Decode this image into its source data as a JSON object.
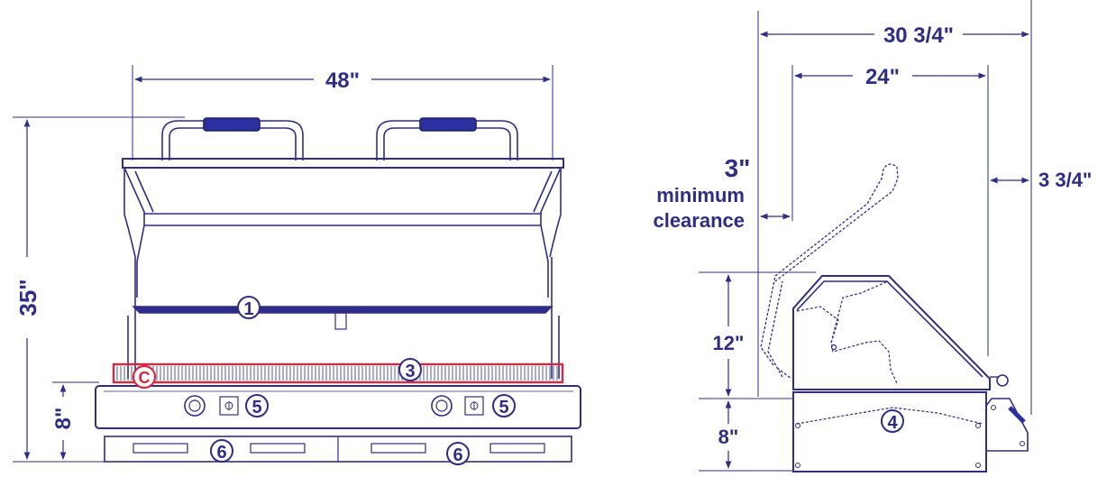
{
  "colors": {
    "line": "#2e2d87",
    "dark": "#222266",
    "accent": "#d7263d",
    "handle": "#2b2fa0"
  },
  "front_view": {
    "width_label": "48\"",
    "height_label": "35\"",
    "base_height_label": "8\"",
    "callouts": {
      "warming_rack": "1",
      "grate": "3",
      "knob_left": "5",
      "knob_right": "5",
      "drawer_left": "6",
      "drawer_right": "6",
      "grate_corner": "C"
    }
  },
  "side_view": {
    "overall_depth_label": "30 3/4\"",
    "depth_label": "24\"",
    "rear_offset_label": "3 3/4\"",
    "clearance_value": "3\"",
    "clearance_text_1": "minimum",
    "clearance_text_2": "clearance",
    "hood_height_label": "12\"",
    "base_height_label": "8\"",
    "callouts": {
      "base_panel": "4"
    }
  }
}
